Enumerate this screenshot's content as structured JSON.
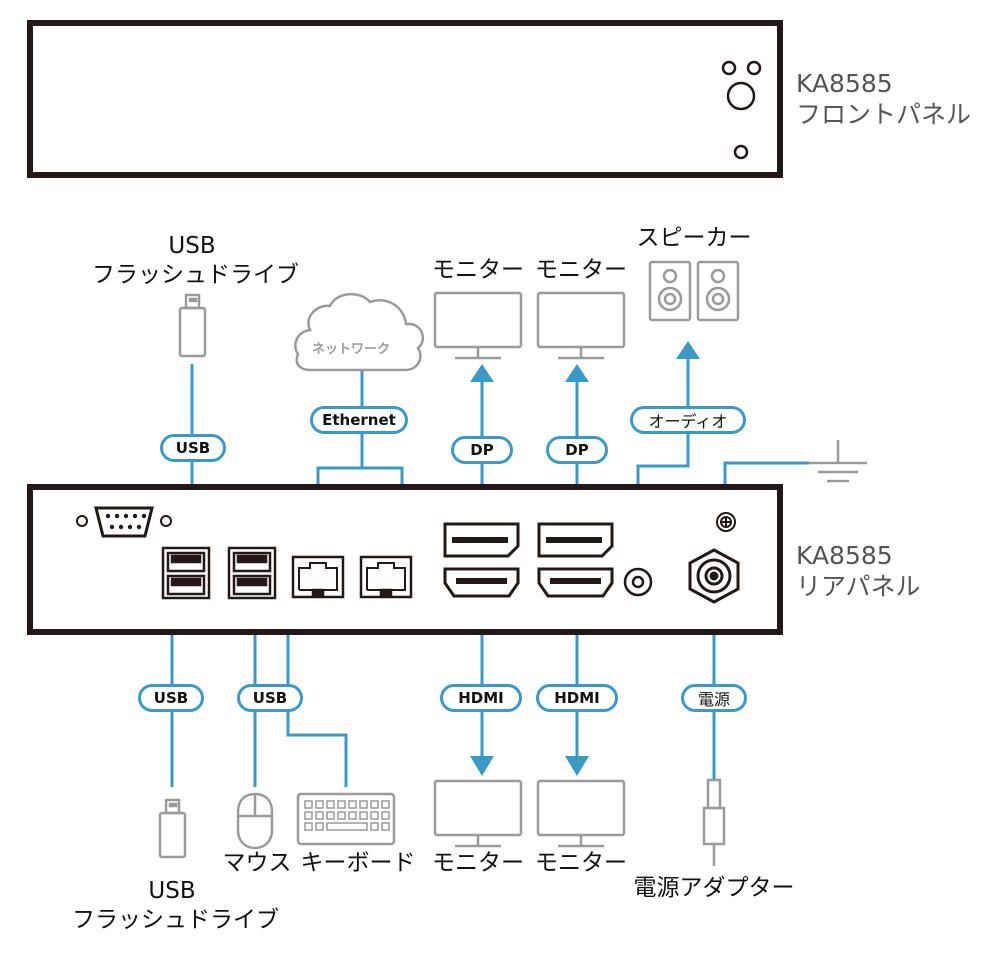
{
  "front_panel": {
    "label_line1": "KA8585",
    "label_line2": "フロントパネル"
  },
  "rear_panel": {
    "label_line1": "KA8585",
    "label_line2": "リアパネル"
  },
  "devices": {
    "usb_drive_top": {
      "line1": "USB",
      "line2": "フラッシュドライブ"
    },
    "usb_drive_bottom": {
      "line1": "USB",
      "line2": "フラッシュドライブ"
    },
    "network": "ネットワーク",
    "monitor_top_1": "モニター",
    "monitor_top_2": "モニター",
    "speaker": "スピーカー",
    "mouse": "マウス",
    "keyboard": "キーボード",
    "monitor_bottom_1": "モニター",
    "monitor_bottom_2": "モニター",
    "power_adapter": "電源アダプター"
  },
  "connections": {
    "usb_top": "USB",
    "ethernet": "Ethernet",
    "dp_1": "DP",
    "dp_2": "DP",
    "audio": "オーディオ",
    "usb_bottom_left": "USB",
    "usb_bottom_mid": "USB",
    "hdmi_1": "HDMI",
    "hdmi_2": "HDMI",
    "power": "電源"
  },
  "colors": {
    "cable": "#3a99c6",
    "device_outline": "#9a9a9a",
    "panel": "#231815"
  }
}
